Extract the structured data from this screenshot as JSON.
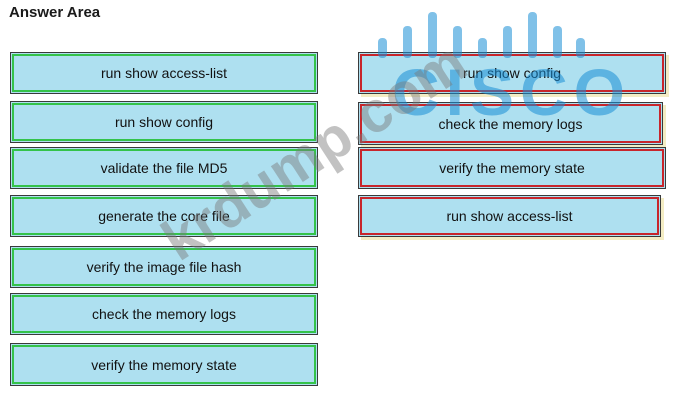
{
  "title": "Answer Area",
  "source_items": [
    "run show access-list",
    "run show config",
    "validate the file MD5",
    "generate the core file",
    "verify the image file hash",
    "check the memory logs",
    "verify the memory state"
  ],
  "answer_items": [
    "run show config",
    "check the memory logs",
    "verify the memory state",
    "run show access-list"
  ],
  "watermark": {
    "logo": "CISCO",
    "site": "krdump.com"
  },
  "colors": {
    "box_fill": "#aee0f0",
    "source_border": "#34c34a",
    "answer_border": "#c8252b",
    "logo": "#1a8fd6"
  }
}
